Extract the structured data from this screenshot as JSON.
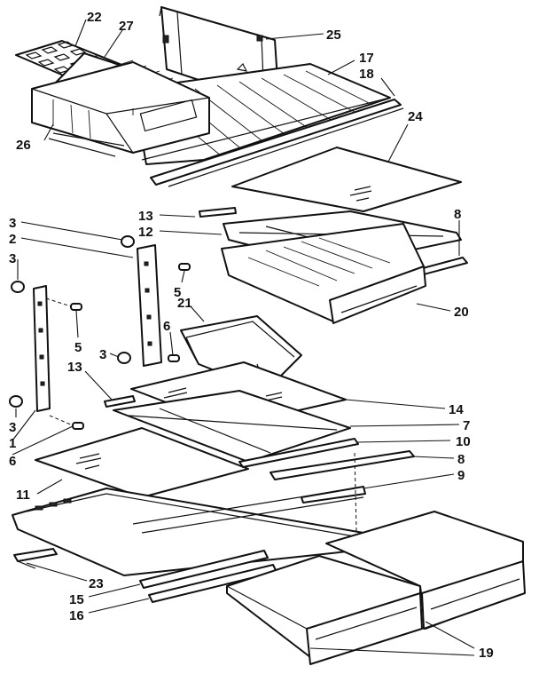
{
  "callouts": [
    {
      "id": "c22",
      "label": "22"
    },
    {
      "id": "c27",
      "label": "27"
    },
    {
      "id": "c25",
      "label": "25"
    },
    {
      "id": "c17",
      "label": "17"
    },
    {
      "id": "c18",
      "label": "18"
    },
    {
      "id": "c24",
      "label": "24"
    },
    {
      "id": "c26",
      "label": "26"
    },
    {
      "id": "c13a",
      "label": "13"
    },
    {
      "id": "c12",
      "label": "12"
    },
    {
      "id": "c8a",
      "label": "8"
    },
    {
      "id": "c3a",
      "label": "3"
    },
    {
      "id": "c2",
      "label": "2"
    },
    {
      "id": "c3b",
      "label": "3"
    },
    {
      "id": "c5a",
      "label": "5"
    },
    {
      "id": "c5b",
      "label": "5"
    },
    {
      "id": "c21",
      "label": "21"
    },
    {
      "id": "c20",
      "label": "20"
    },
    {
      "id": "c6a",
      "label": "6"
    },
    {
      "id": "c3c",
      "label": "3"
    },
    {
      "id": "c13b",
      "label": "13"
    },
    {
      "id": "c14",
      "label": "14"
    },
    {
      "id": "c3d",
      "label": "3"
    },
    {
      "id": "c7",
      "label": "7"
    },
    {
      "id": "c1",
      "label": "1"
    },
    {
      "id": "c10",
      "label": "10"
    },
    {
      "id": "c6b",
      "label": "6"
    },
    {
      "id": "c8b",
      "label": "8"
    },
    {
      "id": "c11",
      "label": "11"
    },
    {
      "id": "c9",
      "label": "9"
    },
    {
      "id": "c23",
      "label": "23"
    },
    {
      "id": "c15",
      "label": "15"
    },
    {
      "id": "c16",
      "label": "16"
    },
    {
      "id": "c19",
      "label": "19"
    }
  ]
}
